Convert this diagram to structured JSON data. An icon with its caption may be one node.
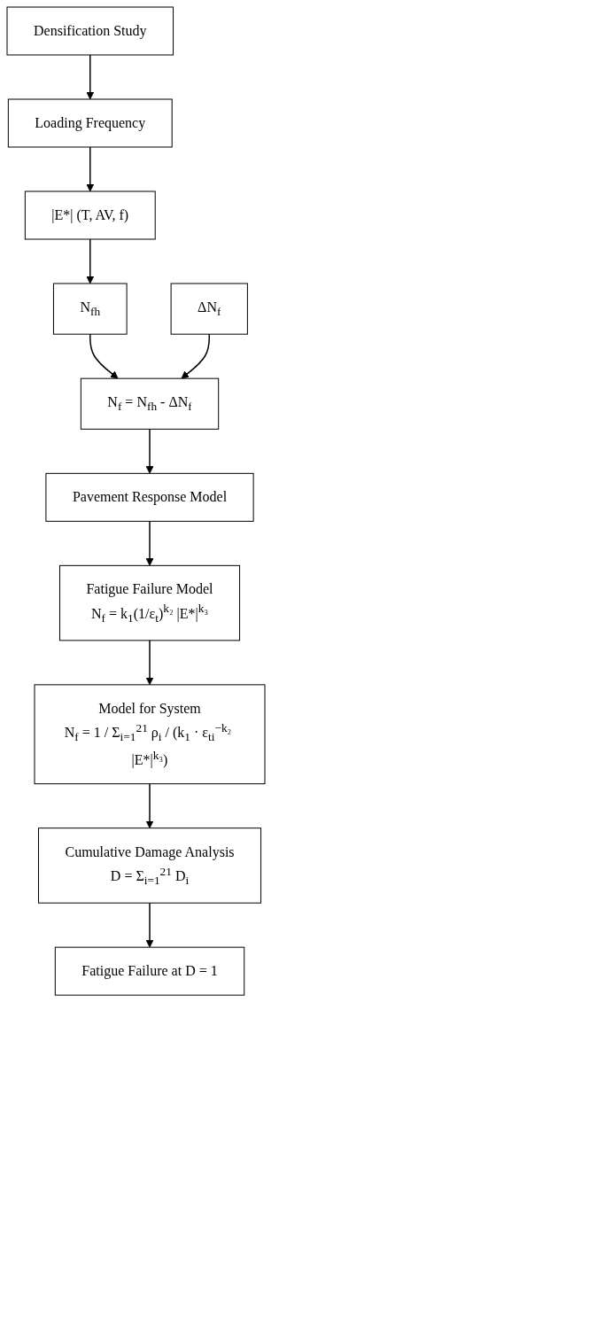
{
  "diagram": {
    "nodes": [
      {
        "text": [
          "Densification Study"
        ]
      },
      {
        "text": [
          "Loading Frequency"
        ]
      },
      {
        "text": [
          "|E*| (T, AV, f)"
        ]
      },
      {
        "text": [
          "N$_{fh}$"
        ]
      },
      {
        "text": [
          "ΔN$_{f}$"
        ]
      },
      {
        "text": [
          "N$_{f}$ = N$_{fh}$ - ΔN$_{f}$"
        ]
      },
      {
        "text": [
          "Pavement Response Model"
        ]
      },
      {
        "text": [
          "Fatigue Failure Model",
          "N$_{f}$ = k$_{1}$(1/ε$_{t}$)$^{k₂}$ |E*|$^{k₃}$"
        ]
      },
      {
        "text": [
          "Model for System",
          "N$_{f}$ = 1 / Σ$_{i=1}$$^{21}$ ρ$_{i}$ / (k$_{1}$ · ε$_{ti}$$^{−k₂}$ |E*|$^{k₃}$)"
        ]
      },
      {
        "text": [
          "Cumulative Damage Analysis",
          "D = Σ$_{i=1}$$^{21}$ D$_{i}$"
        ]
      },
      {
        "text": [
          "Fatigue Failure at D = 1"
        ]
      }
    ],
    "edges": [
      {
        "from": 0,
        "to": 1,
        "arrow": "to"
      },
      {
        "from": 1,
        "to": 2,
        "arrow": "to"
      },
      {
        "from": 2,
        "to": 3,
        "arrow": "to"
      },
      {
        "from": 3,
        "to": 5,
        "arrow": "to"
      },
      {
        "from": 4,
        "to": 5,
        "arrow": "to"
      },
      {
        "from": 5,
        "to": 6,
        "arrow": "to"
      },
      {
        "from": 6,
        "to": 7,
        "arrow": "to"
      },
      {
        "from": 7,
        "to": 8,
        "arrow": "to"
      },
      {
        "from": 8,
        "to": 9,
        "arrow": "to"
      },
      {
        "from": 9,
        "to": 10,
        "arrow": "to"
      }
    ]
  }
}
